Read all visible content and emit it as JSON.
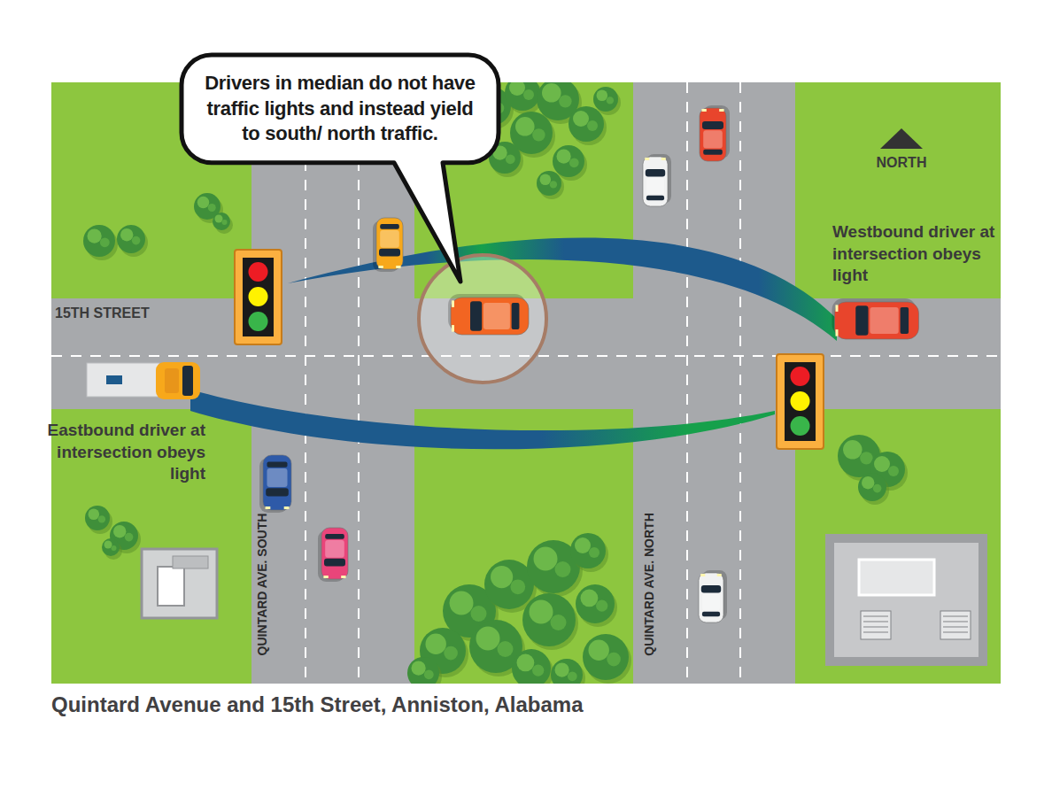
{
  "diagram": {
    "caption": "Quintard Avenue and 15th Street, Anniston, Alabama",
    "nodes": [
      {
        "text": [
          "Drivers in median do not have traffic lights and instead yield to south/ north traffic."
        ]
      }
    ],
    "labels": [
      "NORTH",
      "Westbound driver at intersection obeys light",
      "15TH STREET",
      "Eastbound driver at intersection obeys light",
      "QUINTARD AVE. SOUTH",
      "QUINTARD AVE. NORTH"
    ]
  }
}
